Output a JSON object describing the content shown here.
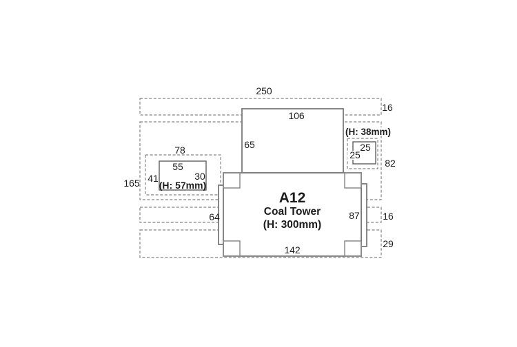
{
  "colors": {
    "background": "#ffffff",
    "dash_line": "#828282",
    "solid_line": "#7a7a7a",
    "text": "#1c1c1c"
  },
  "overall": {
    "width": "250",
    "top_clearance": "16",
    "total_height": "165",
    "zone_height": "82"
  },
  "upper_block": {
    "width": "106",
    "height": "65"
  },
  "right_block": {
    "height_note": "(H: 38mm)",
    "width": "25",
    "depth": "25"
  },
  "left_block": {
    "zone_width": "78",
    "zone_depth": "41",
    "width": "55",
    "depth": "30",
    "height_note": "(H: 57mm)"
  },
  "main_building": {
    "code": "A12",
    "name": "Coal Tower",
    "height_note": "(H: 300mm)",
    "width": "142",
    "depth": "87",
    "left_gap": "64",
    "right_clearance": "16",
    "bottom_clearance": "29"
  }
}
